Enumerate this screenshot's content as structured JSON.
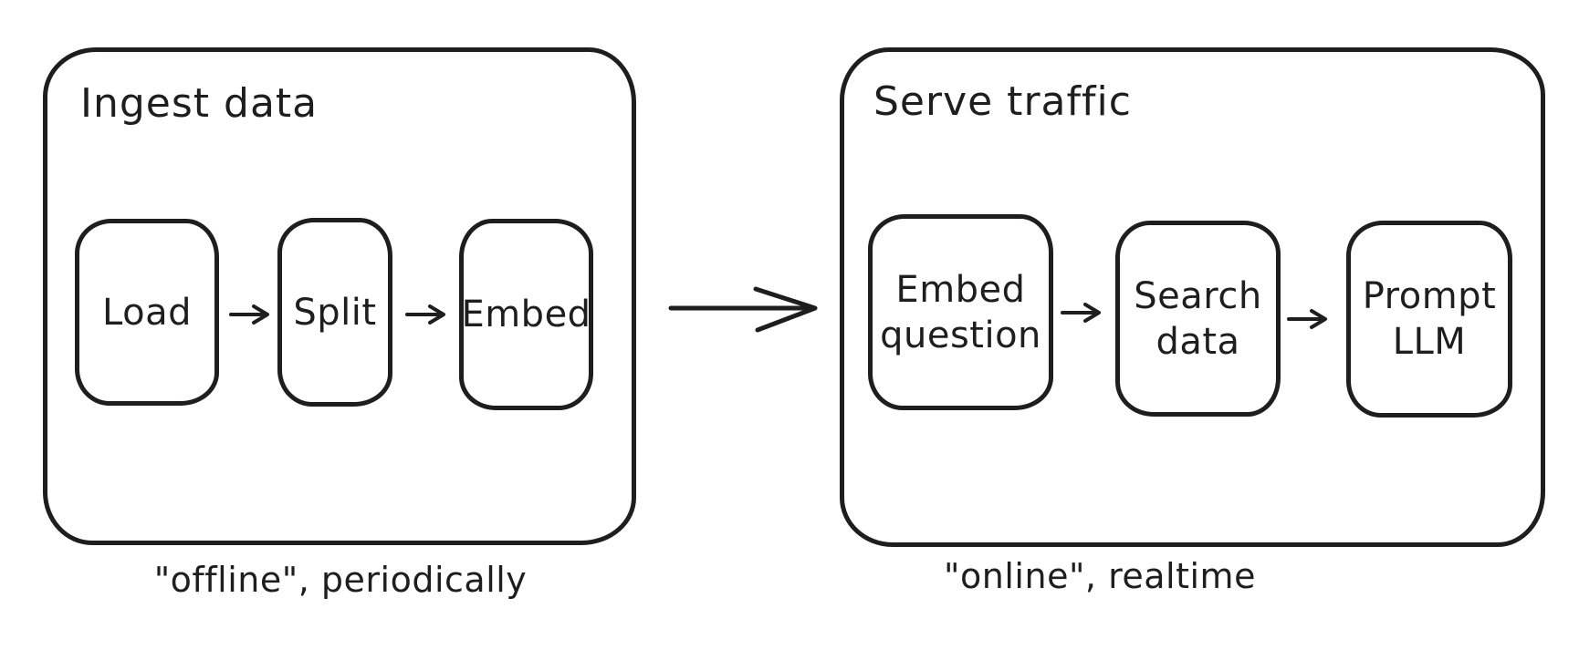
{
  "canvas": {
    "background_color": "#ffffff",
    "stroke_color": "#1e1e1e",
    "style": "hand-drawn"
  },
  "icons": {
    "node_arrow": "arrow-right-icon",
    "connector_arrow": "long-arrow-right-icon"
  },
  "flow": {
    "ingest": {
      "title": "Ingest data",
      "nodes": [
        {
          "label": "Load"
        },
        {
          "label": "Split"
        },
        {
          "label": "Embed"
        }
      ],
      "caption": "\"offline\", periodically"
    },
    "serve": {
      "title": "Serve traffic",
      "nodes": [
        {
          "label": "Embed question"
        },
        {
          "label": "Search data"
        },
        {
          "label": "Prompt LLM"
        }
      ],
      "caption": "\"online\", realtime"
    }
  }
}
